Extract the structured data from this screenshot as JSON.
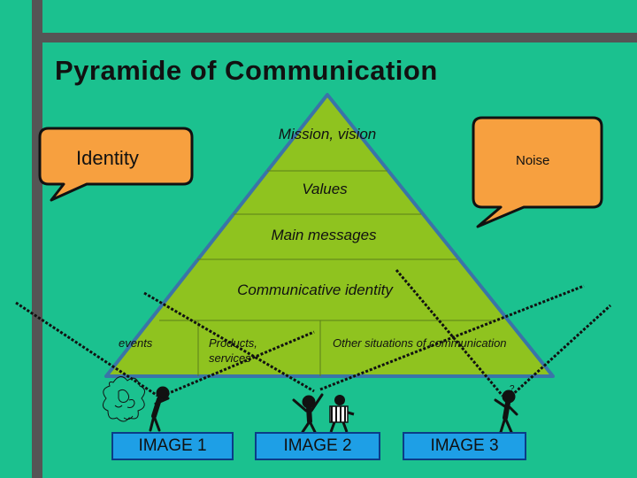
{
  "title": "Pyramide of Communication",
  "bubbles": {
    "left": "Identity",
    "right": "Noise"
  },
  "pyramid": {
    "levels": [
      "Mission, vision",
      "Values",
      "Main messages",
      "Communicative identity"
    ],
    "base_sections": [
      "events",
      "Products, services",
      "Other situations of communication"
    ]
  },
  "images": [
    "IMAGE 1",
    "IMAGE 2",
    "IMAGE 3"
  ],
  "colors": {
    "background": "#1bc18f",
    "pyramid": "#8fc31f",
    "bubble": "#f7a03f",
    "image_box": "#1e9fe6",
    "frame": "#555555"
  }
}
